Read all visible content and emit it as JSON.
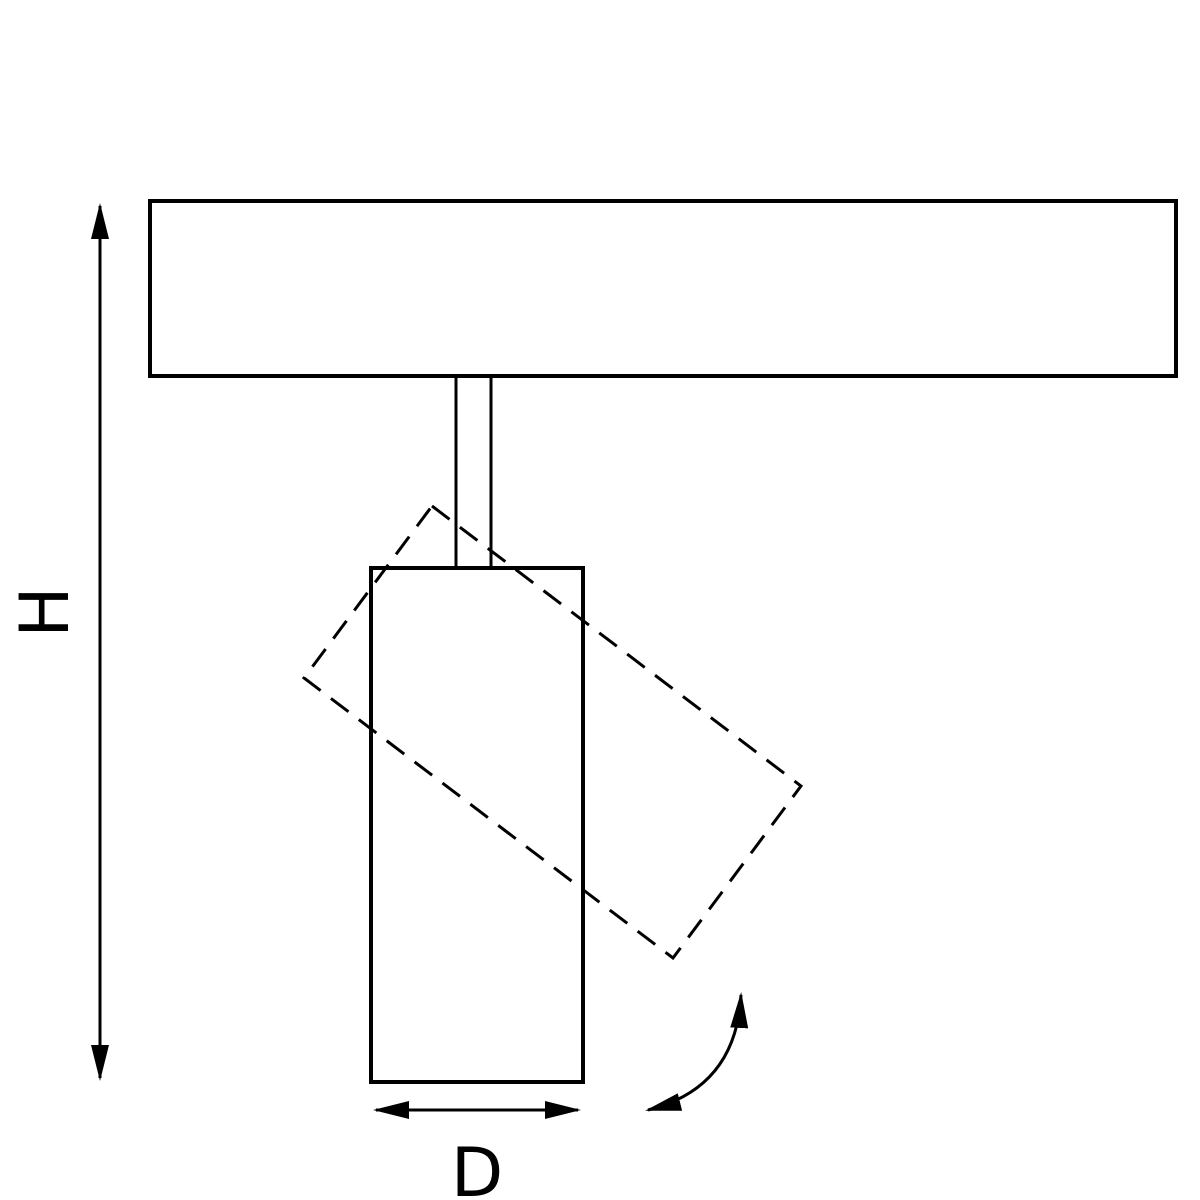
{
  "diagram": {
    "labels": {
      "height": "H",
      "diameter": "D"
    },
    "colors": {
      "stroke": "#000000",
      "background": "#ffffff"
    },
    "icons": {
      "dimension_arrowhead": "filled-triangle",
      "rotation_arrow": "curved-double-headed-arrow"
    },
    "line_styles": {
      "solid_outline": "current position of spotlight",
      "dashed_outline": "rotated (swivel) position of spotlight"
    }
  }
}
